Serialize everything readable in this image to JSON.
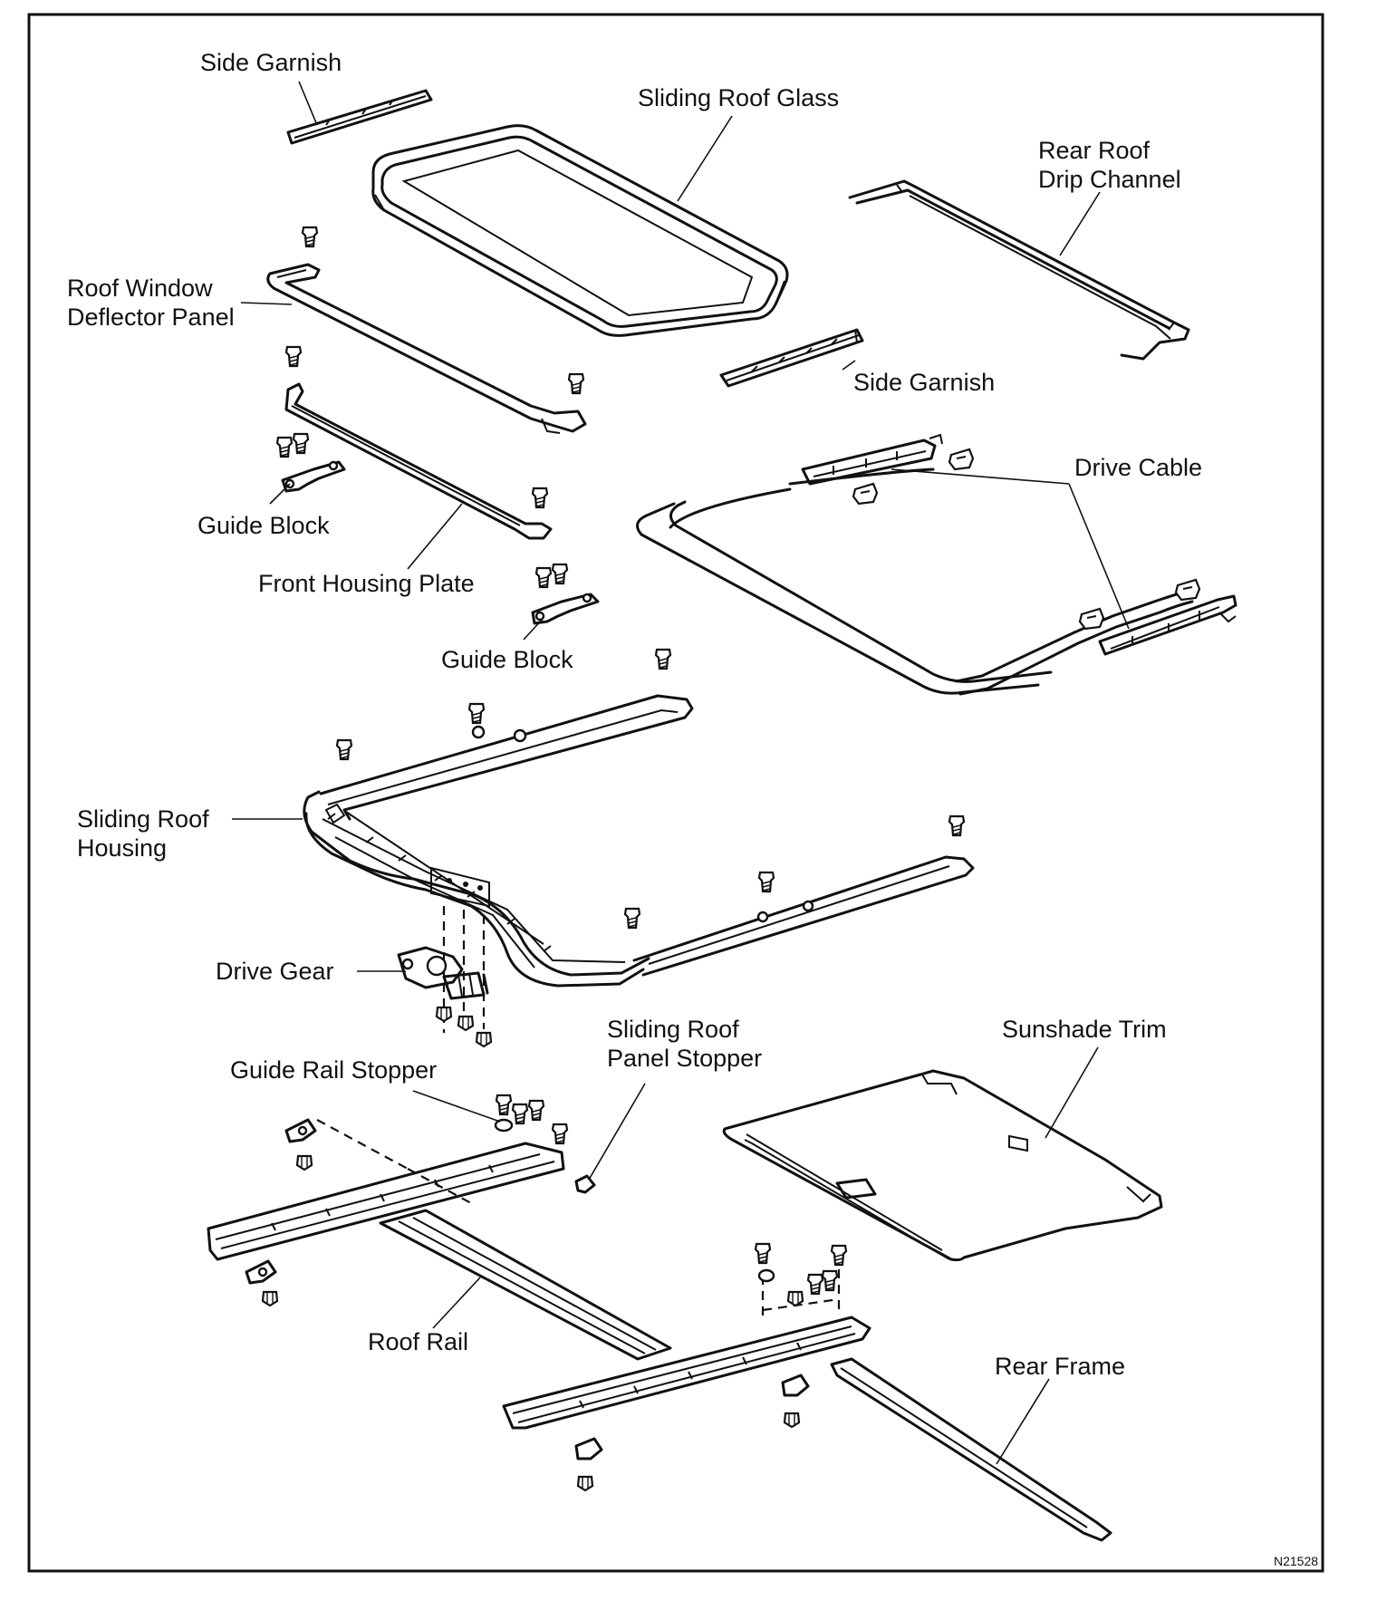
{
  "labels": {
    "side_garnish_top": "Side Garnish",
    "sliding_roof_glass": "Sliding Roof Glass",
    "rear_roof_drip_channel_1": "Rear Roof",
    "rear_roof_drip_channel_2": "Drip Channel",
    "roof_window_deflector_1": "Roof Window",
    "roof_window_deflector_2": "Deflector Panel",
    "side_garnish_mid": "Side Garnish",
    "drive_cable": "Drive Cable",
    "guide_block_left": "Guide Block",
    "front_housing_plate": "Front Housing Plate",
    "guide_block_center": "Guide Block",
    "sliding_roof_housing_1": "Sliding Roof",
    "sliding_roof_housing_2": "Housing",
    "drive_gear": "Drive Gear",
    "sliding_roof_panel_stopper_1": "Sliding Roof",
    "sliding_roof_panel_stopper_2": "Panel Stopper",
    "sunshade_trim": "Sunshade Trim",
    "guide_rail_stopper": "Guide Rail Stopper",
    "roof_rail": "Roof Rail",
    "rear_frame": "Rear Frame"
  },
  "figure_code": "N21528"
}
